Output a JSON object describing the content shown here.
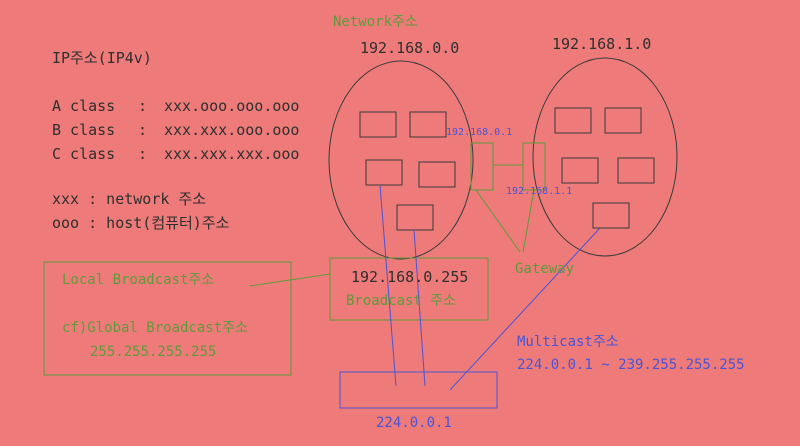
{
  "title": "IP주소(IP4v)",
  "classes": [
    {
      "name": "A class",
      "sep": ":",
      "pattern": "xxx.ooo.ooo.ooo"
    },
    {
      "name": "B class",
      "sep": ":",
      "pattern": "xxx.xxx.ooo.ooo"
    },
    {
      "name": "C class",
      "sep": ":",
      "pattern": "xxx.xxx.xxx.ooo"
    }
  ],
  "legend": {
    "network": "xxx : network 주소",
    "host": "ooo : host(컴퓨터)주소"
  },
  "network_label": "Network주소",
  "net0_label": "192.168.0.0",
  "net1_label": "192.168.1.0",
  "gw0_ip": "192.168.0.1",
  "gw1_ip": "192.168.1.1",
  "gateway_label": "Gateway",
  "local_broadcast": "Local Broadcast주소",
  "global_broadcast": "cf)Global Broadcast주소",
  "global_broadcast_ip": "255.255.255.255",
  "broadcast_ip": "192.168.0.255",
  "broadcast_label": "Broadcast 주소",
  "multicast_label": "Multicast주소",
  "multicast_range": "224.0.0.1 ~ 239.255.255.255",
  "multicast_ip": "224.0.0.1",
  "colors": {
    "background": "#ee7b79",
    "dark_text": "#2f2f2f",
    "green": "#5f9a3a",
    "blue": "#4a54d6"
  }
}
